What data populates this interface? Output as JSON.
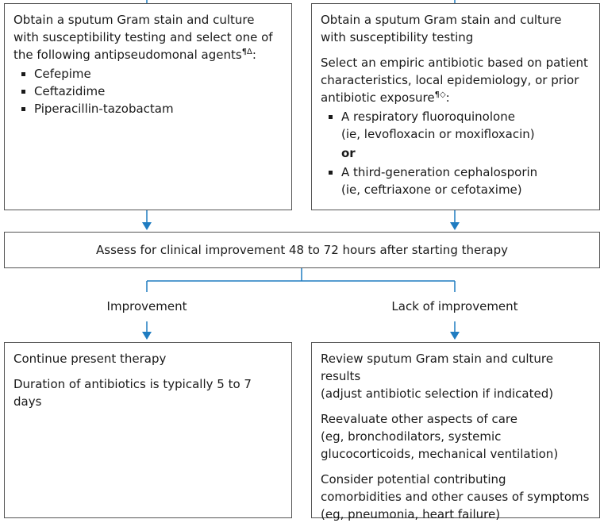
{
  "left_top": {
    "intro": "Obtain a sputum Gram stain and culture with susceptibility testing and select one of the following antipseudomonal agents",
    "intro_mark": "¶Δ",
    "intro_end": ":",
    "agents": [
      "Cefepime",
      "Ceftazidime",
      "Piperacillin-tazobactam"
    ]
  },
  "right_top": {
    "line1": "Obtain a sputum Gram stain and culture with susceptibility testing",
    "line2": "Select an empiric antibiotic based on patient characteristics, local epidemiology, or prior antibiotic exposure",
    "line2_mark": "¶◇",
    "line2_end": ":",
    "option1_title": "A respiratory fluoroquinolone",
    "option1_detail": "(ie, levofloxacin or moxifloxacin)",
    "or_label": "or",
    "option2_title": "A third-generation cephalosporin",
    "option2_detail": "(ie, ceftriaxone or cefotaxime)"
  },
  "assess": {
    "text": "Assess for clinical improvement 48 to 72 hours after starting therapy"
  },
  "branches": {
    "improvement": "Improvement",
    "lack": "Lack of improvement"
  },
  "left_bottom": {
    "line1": "Continue present therapy",
    "line2": "Duration of antibiotics is typically 5 to 7 days"
  },
  "right_bottom": {
    "p1_a": "Review sputum Gram stain and culture results",
    "p1_b": "(adjust antibiotic selection if indicated)",
    "p2_a": "Reevaluate other aspects of care",
    "p2_b": "(eg, bronchodilators, systemic glucocorticoids, mechanical ventilation)",
    "p3_a": "Consider potential contributing comorbidities and other causes of symptoms",
    "p3_b": "(eg, pneumonia, heart failure)"
  },
  "colors": {
    "connector": "#1f7cc1",
    "border": "#555555"
  }
}
